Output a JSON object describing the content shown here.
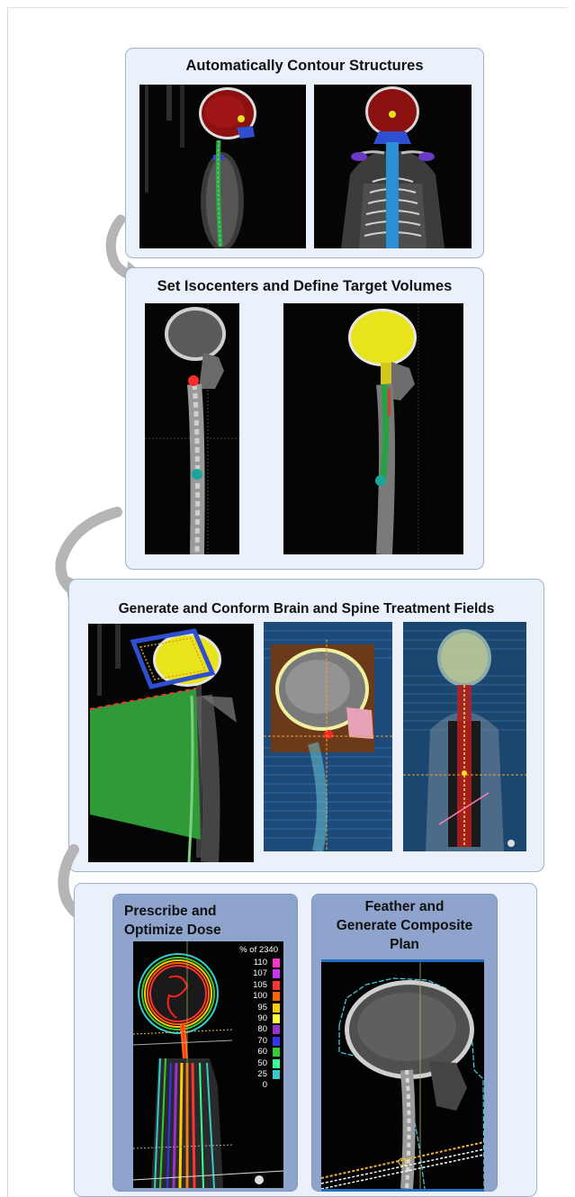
{
  "steps": [
    {
      "title": "Automatically Contour Structures"
    },
    {
      "title": "Set Isocenters and Define Target Volumes"
    },
    {
      "title": "Generate and Conform Brain and Spine Treatment Fields"
    },
    {
      "subpanels": [
        {
          "title_line1": "Prescribe and",
          "title_line2": "Optimize Dose"
        },
        {
          "title_line1": "Feather and",
          "title_line2": "Generate Composite",
          "title_line3": "Plan"
        }
      ]
    }
  ],
  "dose_legend": {
    "header": "% of 2340",
    "levels": [
      {
        "value": "110",
        "color": "#ff33cc"
      },
      {
        "value": "107",
        "color": "#cc33ff"
      },
      {
        "value": "105",
        "color": "#ff3333"
      },
      {
        "value": "100",
        "color": "#ff6600"
      },
      {
        "value": "95",
        "color": "#ffcc00"
      },
      {
        "value": "90",
        "color": "#ffff33"
      },
      {
        "value": "80",
        "color": "#9933cc"
      },
      {
        "value": "70",
        "color": "#3333ff"
      },
      {
        "value": "60",
        "color": "#33cc33"
      },
      {
        "value": "50",
        "color": "#33ff99"
      },
      {
        "value": "25",
        "color": "#33cccc"
      },
      {
        "value": "0",
        "color": "#000000"
      }
    ]
  },
  "colors": {
    "panel_bg": "#eaf1fb",
    "panel_border": "#9fb3cf",
    "subpanel_bg": "#8fa4cc",
    "arrow": "#b5b5b5"
  },
  "icons": [
    "curved-arrow-icon"
  ]
}
